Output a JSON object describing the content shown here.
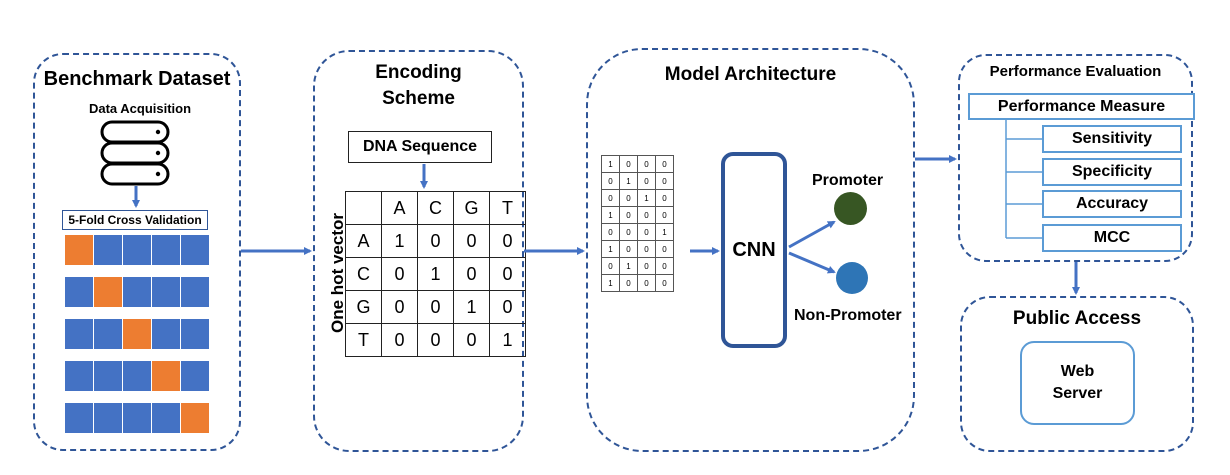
{
  "colors": {
    "box_border": "#2f5597",
    "arrow": "#4472c4",
    "fold_blue": "#4472c4",
    "fold_orange": "#ed7d31",
    "promoter": "#375623",
    "non_promoter": "#2e75b6",
    "perf_border": "#5b9bd5"
  },
  "benchmark": {
    "title": "Benchmark Dataset",
    "data_acquisition": "Data Acquisition",
    "cross_validation": "5-Fold Cross Validation",
    "icon": "database-icon",
    "folds": [
      0,
      1,
      2,
      3,
      4
    ]
  },
  "encoding": {
    "title_line1": "Encoding",
    "title_line2": "Scheme",
    "dna_sequence": "DNA Sequence",
    "one_hot_label": "One hot vector",
    "header": [
      "",
      "A",
      "C",
      "G",
      "T"
    ],
    "rows": [
      [
        "A",
        "1",
        "0",
        "0",
        "0"
      ],
      [
        "C",
        "0",
        "1",
        "0",
        "0"
      ],
      [
        "G",
        "0",
        "0",
        "1",
        "0"
      ],
      [
        "T",
        "0",
        "0",
        "0",
        "1"
      ]
    ]
  },
  "model": {
    "title": "Model Architecture",
    "cnn": "CNN",
    "promoter": "Promoter",
    "non_promoter": "Non-Promoter",
    "matrix": [
      [
        "1",
        "0",
        "0",
        "0"
      ],
      [
        "0",
        "1",
        "0",
        "0"
      ],
      [
        "0",
        "0",
        "1",
        "0"
      ],
      [
        "1",
        "0",
        "0",
        "0"
      ],
      [
        "0",
        "0",
        "0",
        "1"
      ],
      [
        "1",
        "0",
        "0",
        "0"
      ],
      [
        "0",
        "1",
        "0",
        "0"
      ],
      [
        "1",
        "0",
        "0",
        "0"
      ]
    ]
  },
  "performance": {
    "title": "Performance Evaluation",
    "measure": "Performance Measure",
    "items": [
      "Sensitivity",
      "Specificity",
      "Accuracy",
      "MCC"
    ]
  },
  "public_access": {
    "title": "Public Access",
    "web_line1": "Web",
    "web_line2": "Server"
  }
}
